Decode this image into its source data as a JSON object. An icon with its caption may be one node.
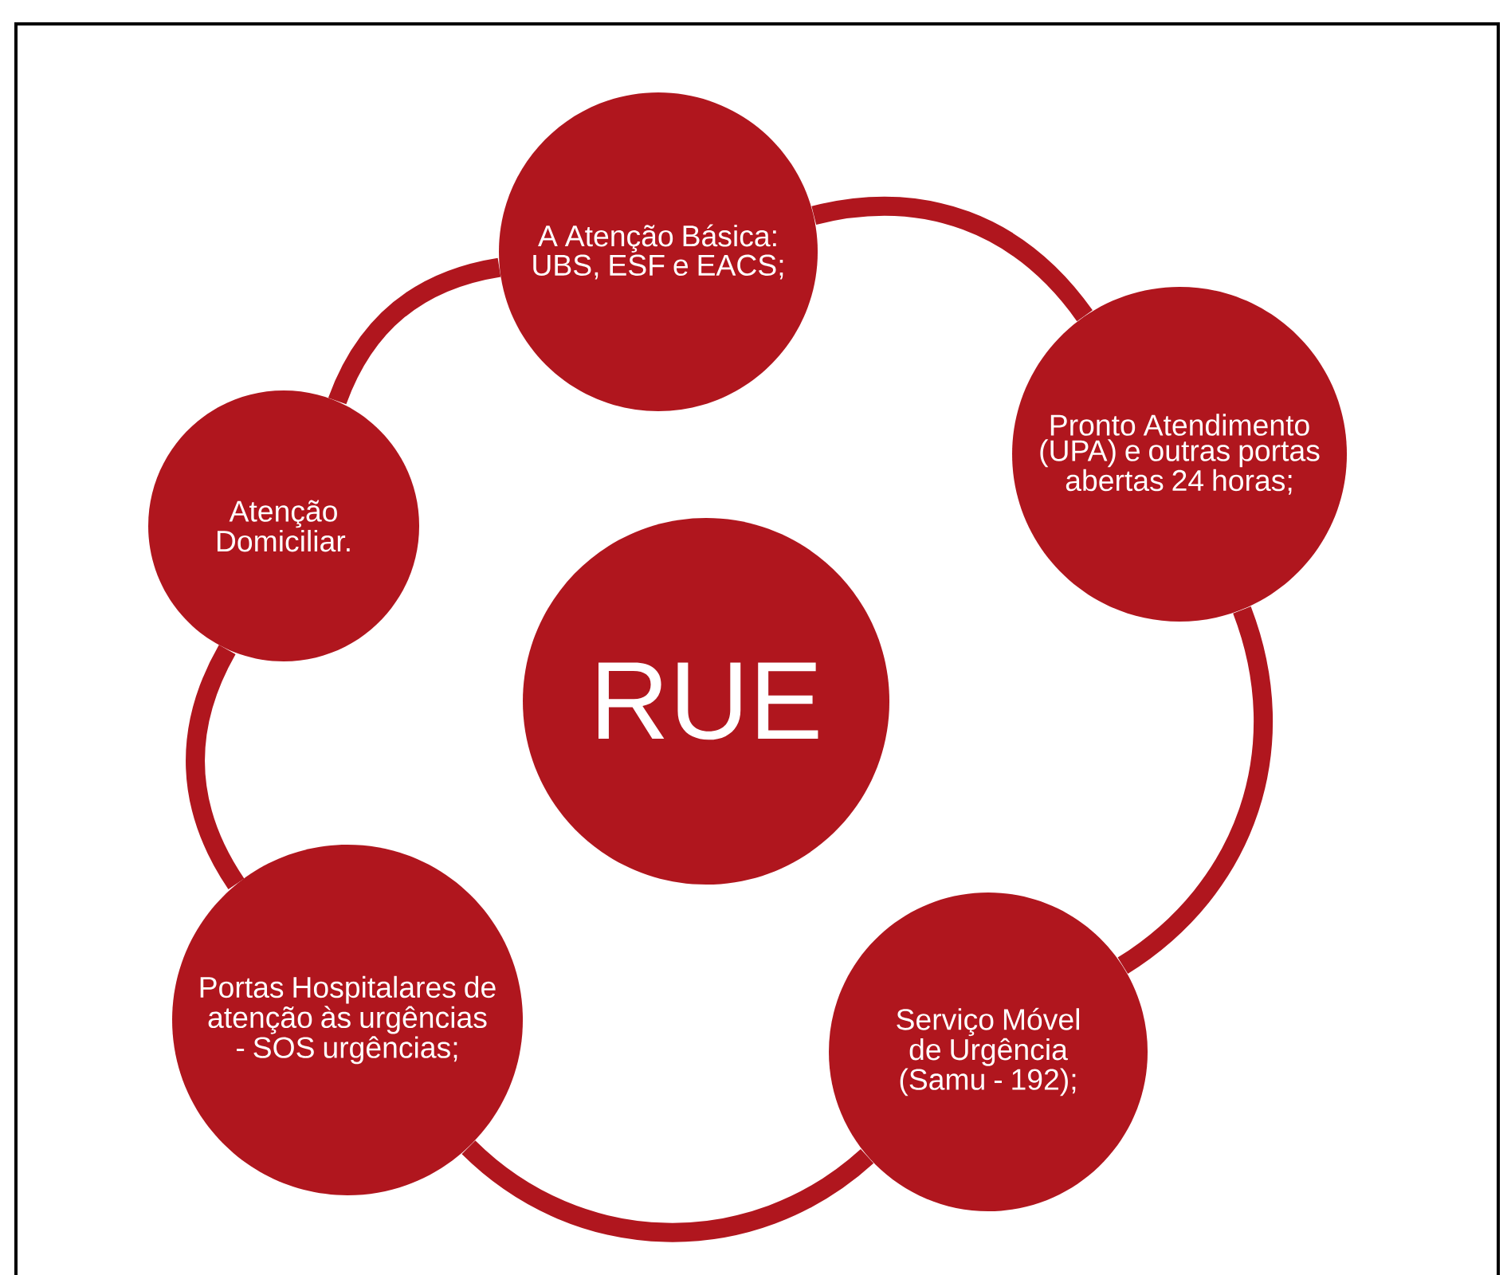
{
  "diagram": {
    "nodes": [
      {
        "text": [
          "A Atenção Básica: UBS, ESF e EACS;"
        ]
      },
      {
        "text": [
          "Pronto Atendimento (UPA) e outras portas abertas 24 horas;"
        ]
      },
      {
        "text": [
          "Atenção Domiciliar."
        ]
      },
      {
        "text": [
          "RUE"
        ]
      },
      {
        "text": [
          "Portas Hospitalares de atenção às urgências - SOS urgências;"
        ]
      },
      {
        "text": [
          "Serviço Móvel de Urgência (Samu - 192);"
        ]
      }
    ],
    "edges": [
      {
        "from": 0,
        "to": 1,
        "arrow": "none"
      },
      {
        "from": 1,
        "to": 5,
        "arrow": "none"
      },
      {
        "from": 5,
        "to": 4,
        "arrow": "none"
      },
      {
        "from": 4,
        "to": 2,
        "arrow": "none"
      },
      {
        "from": 2,
        "to": 0,
        "arrow": "none"
      }
    ]
  }
}
